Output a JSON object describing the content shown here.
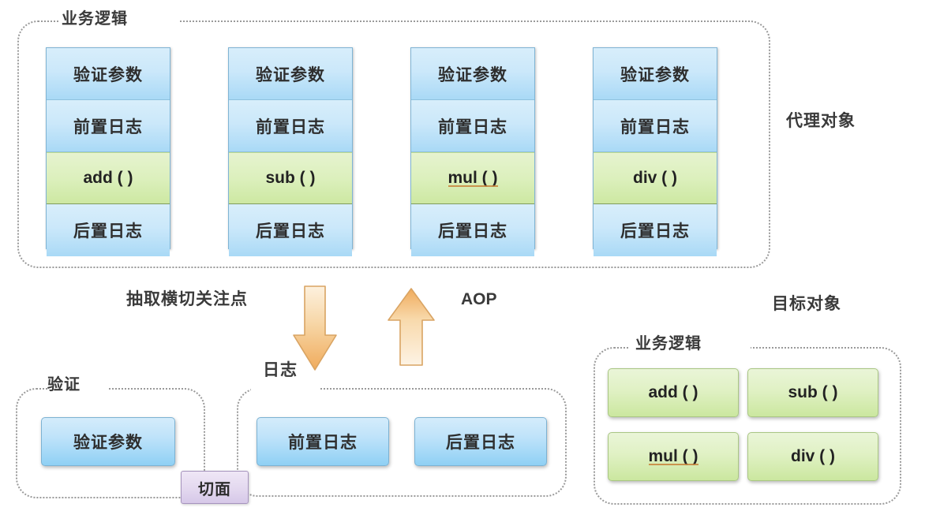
{
  "diagram": {
    "title_note": "Spring AOP proxy vs target object diagram",
    "proxy": {
      "outer_label": "代理对象",
      "group_title": "业务逻辑",
      "columns": [
        {
          "rows": [
            "验证参数",
            "前置日志",
            "add ( )",
            "后置日志"
          ],
          "method": "add ( )",
          "method_misspelled": false
        },
        {
          "rows": [
            "验证参数",
            "前置日志",
            "sub ( )",
            "后置日志"
          ],
          "method": "sub ( )",
          "method_misspelled": false
        },
        {
          "rows": [
            "验证参数",
            "前置日志",
            "mul ( )",
            "后置日志"
          ],
          "method": "mul ( )",
          "method_misspelled": true
        },
        {
          "rows": [
            "验证参数",
            "前置日志",
            "div ( )",
            "后置日志"
          ],
          "method": "div ( )",
          "method_misspelled": false
        }
      ]
    },
    "middle": {
      "extract_label": "抽取横切关注点",
      "log_label": "日志",
      "aop_label": "AOP",
      "down_arrow_name": "extract-crosscutting-concerns-arrow",
      "up_arrow_name": "aop-weaving-arrow"
    },
    "validation_group": {
      "group_title": "验证",
      "boxes": [
        "验证参数"
      ]
    },
    "log_group": {
      "group_title": "日志",
      "boxes": [
        "前置日志",
        "后置日志"
      ]
    },
    "aspect_badge": {
      "label": "切面"
    },
    "target": {
      "outer_label": "目标对象",
      "group_title": "业务逻辑",
      "methods": [
        {
          "label": "add ( )",
          "misspelled": false
        },
        {
          "label": "sub ( )",
          "misspelled": false
        },
        {
          "label": "mul ( )",
          "misspelled": true
        },
        {
          "label": "div ( )",
          "misspelled": false
        }
      ]
    },
    "colors": {
      "blue_fill": "#bfe3fa",
      "blue_border": "#7cb2d3",
      "green_fill": "#dcf0bd",
      "green_border": "#a9c683",
      "arrow_orange": "#f2b96a",
      "arrow_light": "#fdf0dd",
      "badge_purple": "#e3d8ef",
      "dashed_gray": "#9a9a9a",
      "text_dark": "#2e2e2e",
      "misspell_underline": "#c8843c"
    }
  }
}
